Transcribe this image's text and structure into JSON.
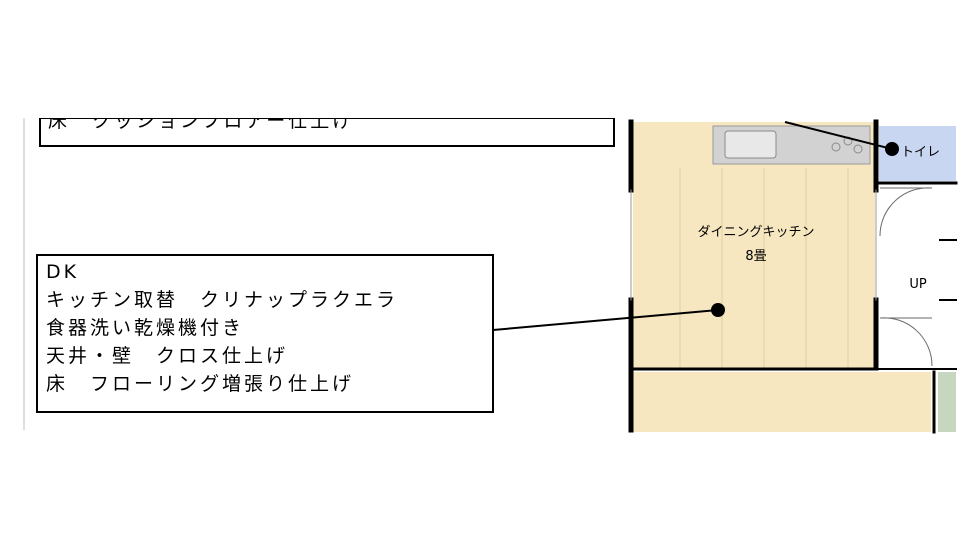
{
  "top_note": {
    "partial_line": "床　クッションフロアー仕上げ"
  },
  "dk_note": {
    "lines": [
      "DK",
      "キッチン取替　クリナップラクエラ",
      "食器洗い乾燥機付き",
      "天井・壁　クロス仕上げ",
      "床　フローリング増張り仕上げ"
    ]
  },
  "floor_plan": {
    "rooms": {
      "dining_kitchen": {
        "name": "ダイニングキッチン",
        "size": "8畳"
      },
      "toilet": {
        "name": "トイレ"
      },
      "stairs": {
        "label": "UP"
      }
    },
    "colors": {
      "floor": "#f7e7c1",
      "toilet_floor": "#c9d6f2",
      "counter": "#d2d2d2",
      "wall": "#000000",
      "side_strip": "#c6d6bf"
    }
  }
}
